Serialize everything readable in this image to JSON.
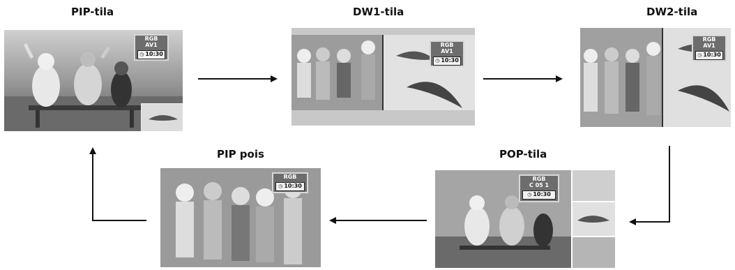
{
  "modes": {
    "pip": {
      "title": "PIP-tila",
      "osd_source": "RGB",
      "osd_input": "AV1",
      "osd_time": "10:30"
    },
    "dw1": {
      "title": "DW1-tila",
      "osd_source": "RGB",
      "osd_input": "AV1",
      "osd_time": "10:30"
    },
    "dw2": {
      "title": "DW2-tila",
      "osd_source": "RGB",
      "osd_input": "AV1",
      "osd_time": "10:30"
    },
    "pop": {
      "title": "POP-tila",
      "osd_source": "RGB",
      "osd_input": "C 05  1",
      "osd_time": "10:30"
    },
    "pipoff": {
      "title": "PIP pois",
      "osd_source": "RGB",
      "osd_time": "10:30"
    }
  },
  "icons": {
    "clock": "clock-icon",
    "arrow": "arrow-right-icon"
  }
}
